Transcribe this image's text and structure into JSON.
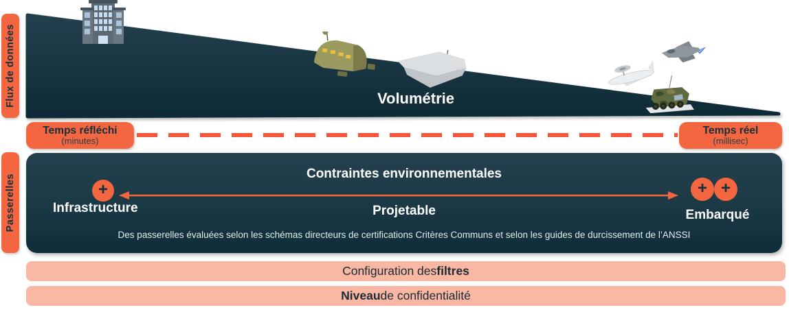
{
  "colors": {
    "accent_orange": "#F4663F",
    "dash_orange": "#F4583A",
    "salmon_bar": "#F9B7A4",
    "navy_top": "#24404E",
    "navy_bottom": "#0E2D39",
    "dark_text": "#14303C",
    "light_text": "#FFFFFF"
  },
  "side_labels": {
    "flux": "Flux de données",
    "passerelles": "Passerelles"
  },
  "funnel": {
    "volumetrie": "Volumétrie"
  },
  "icons": {
    "building": "building-icon",
    "field_camp": "field-camp-icon",
    "carrier_ship": "carrier-ship-icon",
    "awacs_plane": "awacs-plane-icon",
    "fighter_jet": "fighter-jet-icon",
    "military_truck": "military-truck-icon"
  },
  "timeline": {
    "left_title": "Temps réfléchi",
    "left_sub": "(minutes)",
    "right_title": "Temps réel",
    "right_sub": "(millisec)"
  },
  "gateway": {
    "title": "Contraintes environnementales",
    "plus": "+",
    "left_label": "Infrastructure",
    "center_label": "Projetable",
    "right_label": "Embarqué",
    "footnote": "Des passerelles évaluées selon les schémas directeurs de certifications Critères Communs et selon les guides de durcissement de l’ANSSI"
  },
  "bars": [
    {
      "prefix": "Configuration des ",
      "bold": "filtres",
      "suffix": ""
    },
    {
      "prefix": "",
      "bold": "Niveau",
      "suffix": " de confidentialité"
    }
  ]
}
